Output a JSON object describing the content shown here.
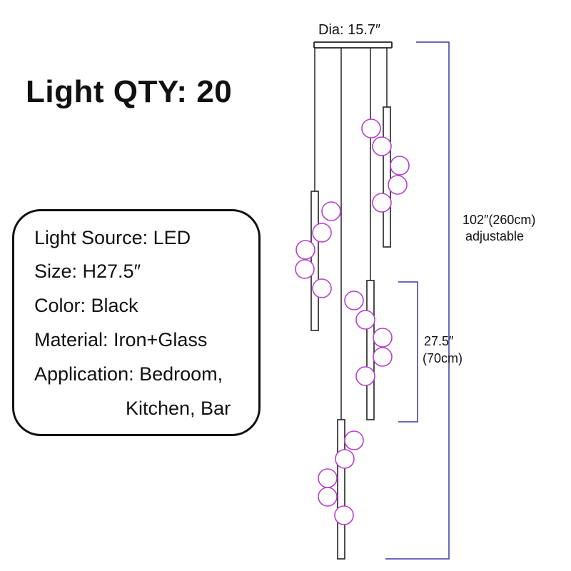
{
  "title": "Light QTY: 20",
  "specs": {
    "light_source": "Light Source: LED",
    "size": "Size: H27.5″",
    "color": "Color: Black",
    "material": "Material: Iron+Glass",
    "application_line1": "Application: Bedroom,",
    "application_line2": "Kitchen, Bar"
  },
  "dimensions": {
    "diameter": "Dia: 15.7″",
    "total_height": "102″(260cm)",
    "total_height_note": "adjustable",
    "tube_height_in": "27.5″",
    "tube_height_cm": "(70cm)"
  },
  "colors": {
    "fixture": "#222222",
    "globe": "#b93fd0",
    "dimension_line": "#3b38a6"
  }
}
